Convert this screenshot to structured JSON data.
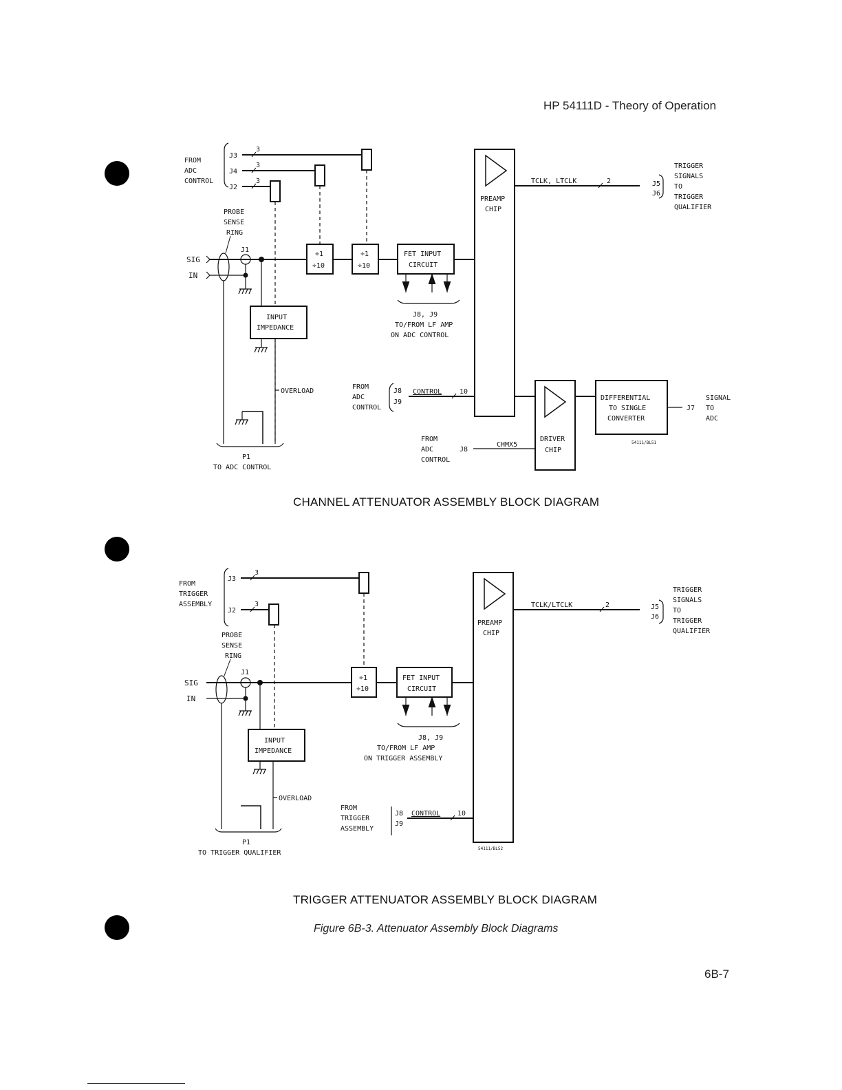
{
  "page": {
    "header": "HP 54111D - Theory of Operation",
    "page_number": "6B-7",
    "figure_caption": "Figure 6B-3.  Attenuator Assembly Block Diagrams"
  },
  "channel_diagram": {
    "title": "CHANNEL ATTENUATOR ASSEMBLY BLOCK DIAGRAM",
    "from_source": [
      "FROM",
      "ADC",
      "CONTROL"
    ],
    "relay_connectors": [
      {
        "label": "J3",
        "bus_width": "3"
      },
      {
        "label": "J4",
        "bus_width": "3"
      },
      {
        "label": "J2",
        "bus_width": "3"
      }
    ],
    "probe_sense_ring": [
      "PROBE",
      "SENSE",
      "RING"
    ],
    "input_labels": [
      "SIG",
      "IN"
    ],
    "j1_label": "J1",
    "attenuators": [
      {
        "line1": "÷1",
        "line2": "÷10"
      },
      {
        "line1": "÷1",
        "line2": "÷10"
      }
    ],
    "fet_input": [
      "FET INPUT",
      "CIRCUIT"
    ],
    "fet_bus_note": [
      "J8, J9",
      "TO/FROM LF AMP",
      "ON ADC CONTROL"
    ],
    "input_impedance": [
      "INPUT",
      "IMPEDANCE"
    ],
    "overload": "OVERLOAD",
    "p1_label": "P1",
    "p1_dest": "TO ADC CONTROL",
    "preamp": [
      "PREAMP",
      "CHIP"
    ],
    "trigger_signal_name": "TCLK, LTCLK",
    "trigger_bus_width": "2",
    "trigger_connectors": [
      "J5",
      "J6"
    ],
    "trigger_dest": [
      "TRIGGER",
      "SIGNALS",
      "TO",
      "TRIGGER",
      "QUALIFIER"
    ],
    "control_source": [
      "FROM",
      "ADC",
      "CONTROL"
    ],
    "control_connectors": [
      "J8",
      "J9"
    ],
    "control_signal": "CONTROL",
    "control_bus_width": "10",
    "chmx_source": [
      "FROM",
      "ADC",
      "CONTROL"
    ],
    "chmx_connector": "J8",
    "chmx_signal": "CHMX5",
    "driver": [
      "DRIVER",
      "CHIP"
    ],
    "converter": [
      "DIFFERENTIAL",
      "TO SINGLE",
      "CONVERTER"
    ],
    "output_connector": "J7",
    "output_dest": [
      "SIGNAL",
      "TO",
      "ADC"
    ],
    "drawing_id": "54111/BL51"
  },
  "trigger_diagram": {
    "title": "TRIGGER ATTENUATOR ASSEMBLY BLOCK DIAGRAM",
    "from_source": [
      "FROM",
      "TRIGGER",
      "ASSEMBLY"
    ],
    "relay_connectors": [
      {
        "label": "J3",
        "bus_width": "3"
      },
      {
        "label": "J2",
        "bus_width": "3"
      }
    ],
    "probe_sense_ring": [
      "PROBE",
      "SENSE",
      "RING"
    ],
    "input_labels": [
      "SIG",
      "IN"
    ],
    "j1_label": "J1",
    "attenuators": [
      {
        "line1": "÷1",
        "line2": "÷10"
      }
    ],
    "fet_input": [
      "FET INPUT",
      "CIRCUIT"
    ],
    "fet_bus_note": [
      "J8, J9",
      "TO/FROM LF AMP",
      "ON TRIGGER ASSEMBLY"
    ],
    "input_impedance": [
      "INPUT",
      "IMPEDANCE"
    ],
    "overload": "OVERLOAD",
    "p1_label": "P1",
    "p1_dest": "TO TRIGGER QUALIFIER",
    "preamp": [
      "PREAMP",
      "CHIP"
    ],
    "trigger_signal_name": "TCLK/LTCLK",
    "trigger_bus_width": "2",
    "trigger_connectors": [
      "J5",
      "J6"
    ],
    "trigger_dest": [
      "TRIGGER",
      "SIGNALS",
      "TO",
      "TRIGGER",
      "QUALIFIER"
    ],
    "control_source": [
      "FROM",
      "TRIGGER",
      "ASSEMBLY"
    ],
    "control_connectors": [
      "J8",
      "J9"
    ],
    "control_signal": "CONTROL",
    "control_bus_width": "10",
    "drawing_id": "54111/BL52"
  }
}
